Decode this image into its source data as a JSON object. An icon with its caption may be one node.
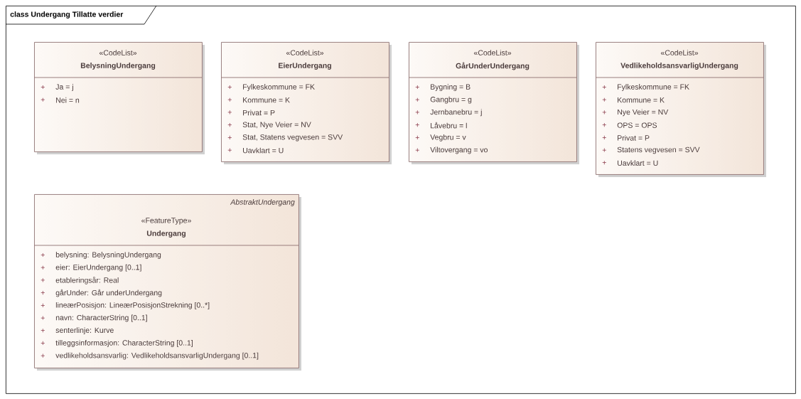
{
  "diagram": {
    "nodes": [
      {
        "text": [
          "class Undergang Tillatte verdier"
        ]
      },
      {
        "text": [
          "«CodeList»",
          "BelysningUndergang",
          "+",
          "Ja = j",
          "+",
          "Nei = n"
        ],
        "in": 0
      },
      {
        "text": [
          "«CodeList»",
          "EierUndergang",
          "+",
          "Fylkeskommune = FK",
          "+",
          "Kommune = K",
          "+",
          "Privat = P",
          "+",
          "Stat, Nye Veier = NV",
          "+",
          "Stat, Statens vegvesen = SVV",
          "+",
          "Uavklart = U"
        ],
        "in": 0
      },
      {
        "text": [
          "«CodeList»",
          "GårUnderUndergang",
          "+",
          "Bygning = B",
          "+",
          "Gangbru = g",
          "+",
          "Jernbanebru = j",
          "+",
          "Låvebru = l",
          "+",
          "Vegbru = v",
          "+",
          "Viltovergang = vo"
        ],
        "in": 0
      },
      {
        "text": [
          "«CodeList»",
          "VedlikeholdsansvarligUndergang",
          "+",
          "Fylkeskommune = FK",
          "+",
          "Kommune = K",
          "+",
          "Nye Veier = NV",
          "+",
          "OPS = OPS",
          "+",
          "Privat = P",
          "+",
          "Statens vegvesen = SVV",
          "+",
          "Uavklart = U"
        ],
        "in": 0
      },
      {
        "text": [
          "AbstraktUndergang",
          "«FeatureType»",
          "Undergang",
          "+",
          "belysning: BelysningUndergang",
          "+",
          "eier: EierUndergang [0..1]",
          "+",
          "etableringsår: Real",
          "+",
          "gårUnder: Går underUndergang",
          "+",
          "lineærPosisjon: LineærPosisjonStrekning [0..*]",
          "+",
          "navn: CharacterString [0..1]",
          "+",
          "senterlinje: Kurve",
          "+",
          "tilleggsinformasjon: CharacterString [0..1]",
          "+",
          "vedlikeholdsansvarlig: VedlikeholdsansvarligUndergang [0..1]"
        ],
        "in": 0
      }
    ]
  }
}
